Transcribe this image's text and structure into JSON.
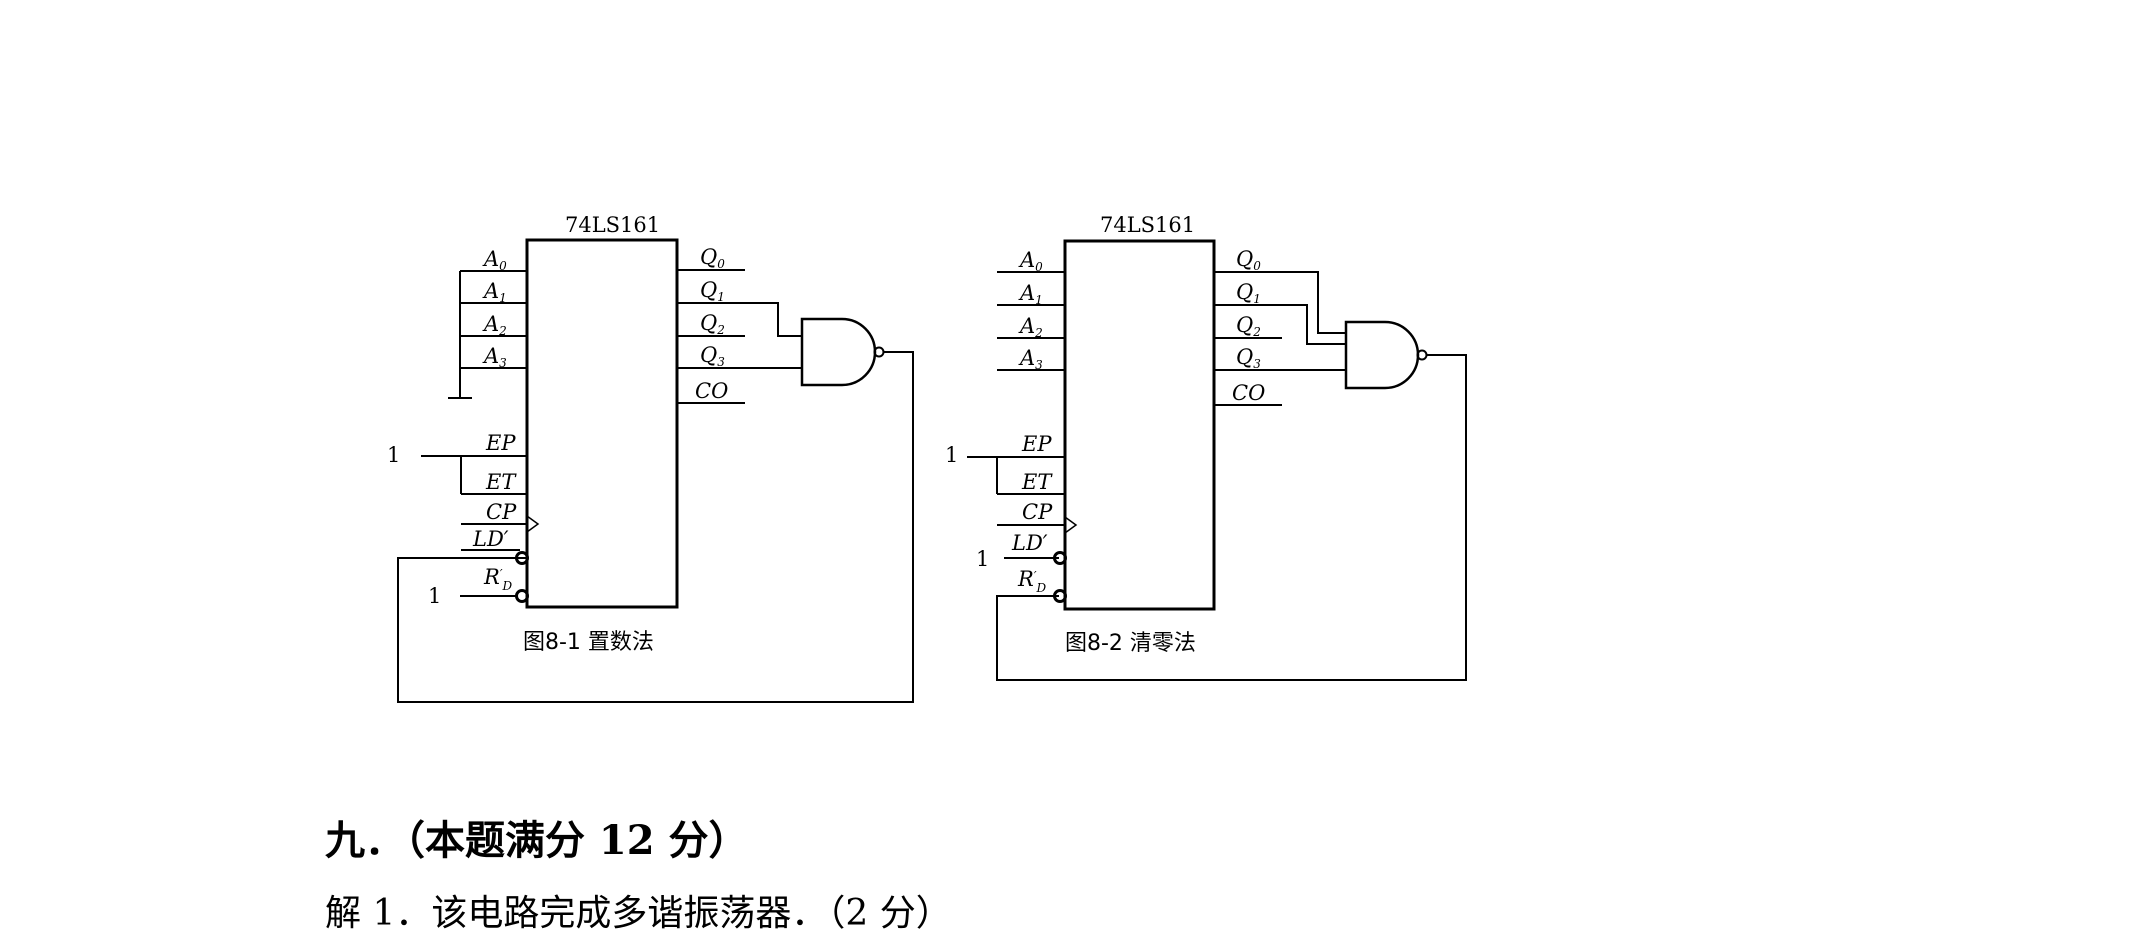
{
  "figures": [
    {
      "chip_label": "74LS161",
      "caption": "图8-1 置数法",
      "input_pins": [
        {
          "main": "A",
          "sub": "0"
        },
        {
          "main": "A",
          "sub": "1"
        },
        {
          "main": "A",
          "sub": "2"
        },
        {
          "main": "A",
          "sub": "3"
        }
      ],
      "output_pins": [
        {
          "main": "Q",
          "sub": "0"
        },
        {
          "main": "Q",
          "sub": "1"
        },
        {
          "main": "Q",
          "sub": "2"
        },
        {
          "main": "Q",
          "sub": "3"
        }
      ],
      "carry_out": "CO",
      "enable_pins": [
        "EP",
        "ET"
      ],
      "clock_pin": "CP",
      "load_pin": "LD′",
      "reset_pin": {
        "main": "R",
        "sup": "′",
        "sub": "D"
      },
      "constants": [
        "1",
        "1"
      ]
    },
    {
      "chip_label": "74LS161",
      "caption": "图8-2 清零法",
      "input_pins": [
        {
          "main": "A",
          "sub": "0"
        },
        {
          "main": "A",
          "sub": "1"
        },
        {
          "main": "A",
          "sub": "2"
        },
        {
          "main": "A",
          "sub": "3"
        }
      ],
      "output_pins": [
        {
          "main": "Q",
          "sub": "0"
        },
        {
          "main": "Q",
          "sub": "1"
        },
        {
          "main": "Q",
          "sub": "2"
        },
        {
          "main": "Q",
          "sub": "3"
        }
      ],
      "carry_out": "CO",
      "enable_pins": [
        "EP",
        "ET"
      ],
      "clock_pin": "CP",
      "load_pin": "LD′",
      "reset_pin": {
        "main": "R",
        "sup": "′",
        "sub": "D"
      },
      "constants": [
        "1",
        "1"
      ]
    }
  ],
  "question": {
    "heading": "九．（本题满分 12 分）",
    "next_line": "解 1．该电路完成多谐振荡器．（2 分）"
  }
}
